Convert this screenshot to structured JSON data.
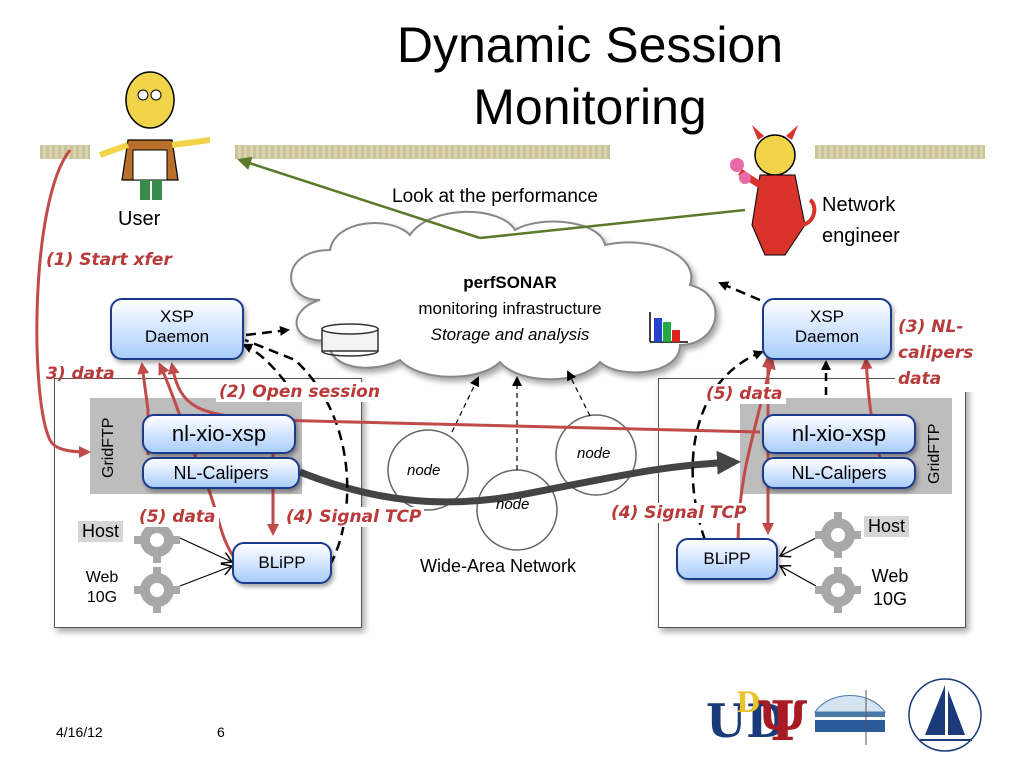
{
  "slide": {
    "title_line1": "Dynamic Session",
    "title_line2": "Monitoring",
    "date": "4/16/12",
    "page_number": "6"
  },
  "actors": {
    "user_label": "User",
    "engineer_label_line1": "Network",
    "engineer_label_line2": "engineer",
    "look_label": "Look at the performance"
  },
  "cloud": {
    "title": "perfSONAR",
    "line2": "monitoring infrastructure",
    "line3": "Storage and analysis"
  },
  "network": {
    "node_label": "node",
    "wan_label": "Wide-Area Network"
  },
  "left_site": {
    "xsp_line1": "XSP",
    "xsp_line2": "Daemon",
    "gridftp": "GridFTP",
    "nlxio": "nl-xio-xsp",
    "calipers": "NL-Calipers",
    "host": "Host",
    "blipp": "BLiPP",
    "web_line1": "Web",
    "web_line2": "10G"
  },
  "right_site": {
    "xsp_line1": "XSP",
    "xsp_line2": "Daemon",
    "gridftp": "GridFTP",
    "nlxio": "nl-xio-xsp",
    "calipers": "NL-Calipers",
    "host": "Host",
    "blipp": "BLiPP",
    "web_line1": "Web",
    "web_line2": "10G"
  },
  "steps": {
    "start_xfer": "(1) Start xfer",
    "open_session": "(2) Open session",
    "left_data": "3) data",
    "right_nl_line1": "(3) NL-",
    "right_nl_line2": "calipers",
    "right_nl_line3": "data",
    "left_signal": "(4) Signal TCP",
    "right_signal": "(4) Signal TCP",
    "left_5data": "(5) data",
    "right_5data": "(5) data"
  },
  "colors": {
    "accent_red": "#b83a3a",
    "pill_border": "#1c3a8c",
    "arrow_green": "#5a7a2a"
  }
}
